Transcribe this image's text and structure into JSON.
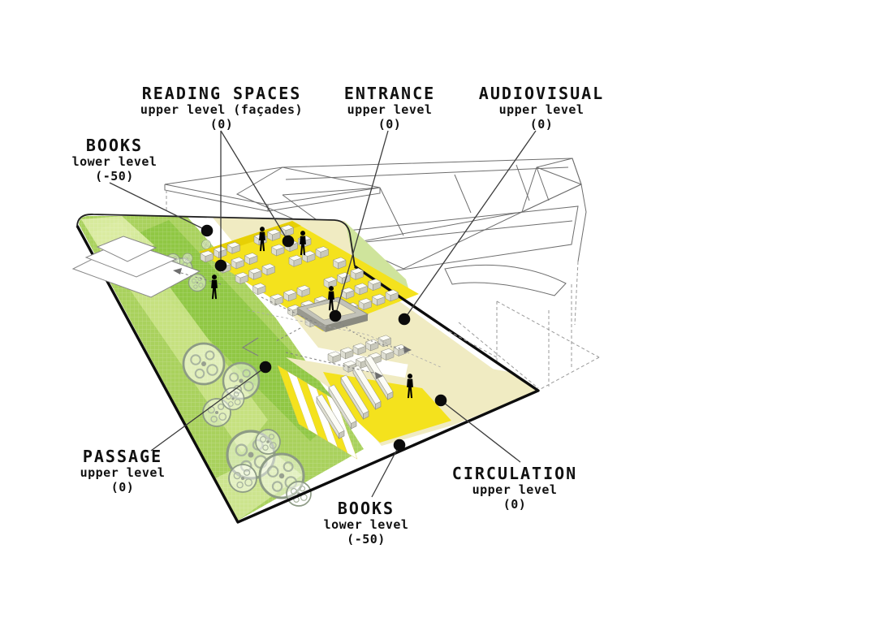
{
  "diagram": {
    "labels": [
      {
        "id": "reading-spaces",
        "name": "READING SPACES",
        "level": "upper level (façades)",
        "elevation": "(0)"
      },
      {
        "id": "entrance",
        "name": "ENTRANCE",
        "level": "upper level",
        "elevation": "(0)"
      },
      {
        "id": "audiovisual",
        "name": "AUDIOVISUAL",
        "level": "upper level",
        "elevation": "(0)"
      },
      {
        "id": "books-upper",
        "name": "BOOKS",
        "level": "lower level",
        "elevation": "(-50)"
      },
      {
        "id": "passage",
        "name": "PASSAGE",
        "level": "upper level",
        "elevation": "(0)"
      },
      {
        "id": "circulation",
        "name": "CIRCULATION",
        "level": "upper level",
        "elevation": "(0)"
      },
      {
        "id": "books-lower",
        "name": "BOOKS",
        "level": "lower level",
        "elevation": "(-50)"
      }
    ],
    "colors": {
      "bright_yellow": "#F4E21D",
      "deep_yellow": "#E3CC00",
      "pale_yellow": "#F0EBC2",
      "green_base": "#A9D15D",
      "green_dark": "#8CC63F",
      "green_light": "#C9E284",
      "green_pale": "#DCECA4",
      "green_back_strip": "#CFE49C",
      "ink": "#1A1A1A",
      "line_gray": "#6E6E6E",
      "box_top": "#FCFCF6",
      "box_side": "#C9C9BC",
      "box_front": "#DEDED2",
      "entrance_gray": "#C2C2B8",
      "figure_black": "#111111"
    }
  }
}
